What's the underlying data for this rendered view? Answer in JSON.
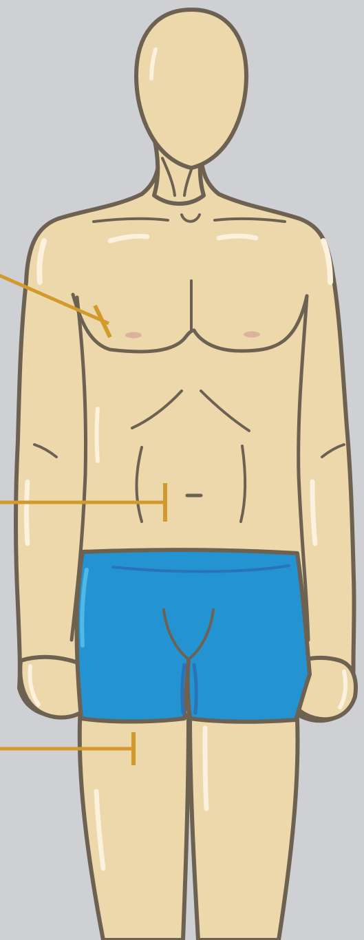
{
  "colors": {
    "background": "#cfd0d4",
    "skin": "#ecd8ab",
    "skin_highlight": "#fbf1dc",
    "outline": "#6d6152",
    "shorts": "#2493d2",
    "shorts_highlight": "#4fb8e6",
    "shorts_seam": "#2a73b8",
    "nipple": "#d9b49a",
    "pointer": "#d29a2d"
  },
  "icons": {
    "figure": "male-body-front-icon",
    "pointers": [
      "pointer-arrow-icon",
      "pointer-line-icon",
      "pointer-line-icon"
    ]
  },
  "pointers": [
    {
      "target": "chest"
    },
    {
      "target": "abdomen"
    },
    {
      "target": "thigh"
    }
  ]
}
